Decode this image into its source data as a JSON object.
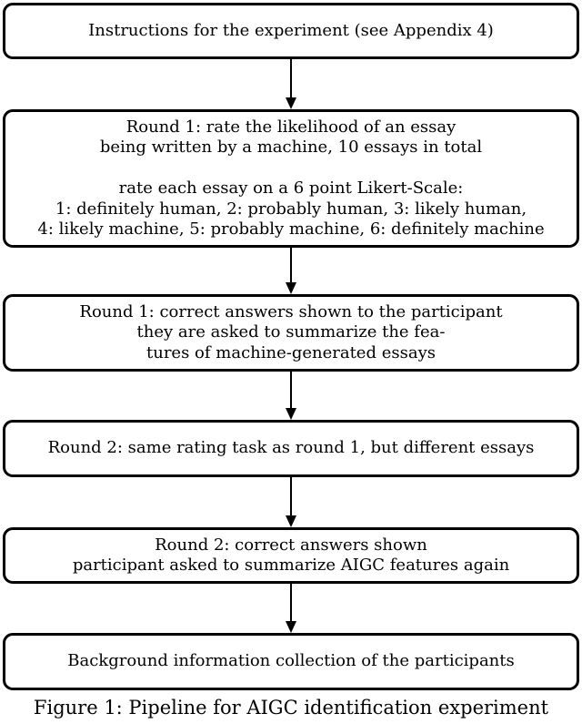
{
  "figure": {
    "boxes": [
      {
        "id": "instructions",
        "lines": [
          "Instructions for the experiment (see Appendix 4)"
        ]
      },
      {
        "id": "round1-rating",
        "lines": [
          "Round 1: rate the likelihood of an essay",
          "being written by a machine, 10 essays in total",
          "",
          "rate each essay on a 6 point Likert-Scale:",
          "1: definitely human, 2: probably human, 3: likely human,",
          "4: likely machine, 5: probably machine, 6: definitely machine"
        ]
      },
      {
        "id": "round1-feedback",
        "lines": [
          "Round 1: correct answers shown to the participant",
          "they are asked to summarize the fea-",
          "tures of machine-generated essays"
        ]
      },
      {
        "id": "round2-rating",
        "lines": [
          "Round 2: same rating task as round 1, but different essays"
        ]
      },
      {
        "id": "round2-feedback",
        "lines": [
          "Round 2: correct answers shown",
          "participant asked to summarize AIGC features again"
        ]
      },
      {
        "id": "background-collection",
        "lines": [
          "Background information collection of the participants"
        ]
      }
    ],
    "caption": "Figure 1: Pipeline for AIGC identification experiment",
    "colors": {
      "border": "#000000",
      "text": "#000000",
      "background": "#ffffff"
    }
  }
}
